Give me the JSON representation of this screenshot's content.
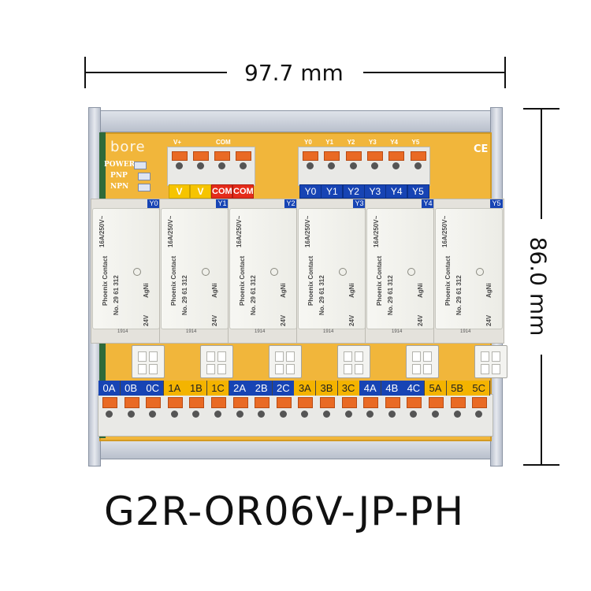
{
  "dimensions": {
    "width": "97.7 mm",
    "height": "86.0 mm"
  },
  "model": "G2R-OR06V-JP-PH",
  "board": {
    "logo": "bore",
    "ce_mark": "CE",
    "status_labels": [
      "POWER",
      "PNP",
      "NPN"
    ]
  },
  "power_terminals": {
    "top_marks": [
      "V+",
      "",
      "COM",
      ""
    ],
    "labels": [
      "V",
      "V",
      "COM",
      "COM"
    ]
  },
  "signal_terminals": {
    "top_marks": [
      "Y0",
      "Y1",
      "Y2",
      "Y3",
      "Y4",
      "Y5"
    ],
    "labels": [
      "Y0",
      "Y1",
      "Y2",
      "Y3",
      "Y4",
      "Y5"
    ]
  },
  "relays": [
    {
      "socket": "Y0",
      "brand": "Phoenix Contact",
      "part": "No. 29 61 312",
      "rating": "16A/250V~",
      "coil": "24V",
      "material": "AgNi",
      "date": "1914"
    },
    {
      "socket": "Y1",
      "brand": "Phoenix Contact",
      "part": "No. 29 61 312",
      "rating": "16A/250V~",
      "coil": "24V",
      "material": "AgNi",
      "date": "1914"
    },
    {
      "socket": "Y2",
      "brand": "Phoenix Contact",
      "part": "No. 29 61 312",
      "rating": "16A/250V~",
      "coil": "24V",
      "material": "AgNi",
      "date": "1914"
    },
    {
      "socket": "Y3",
      "brand": "Phoenix Contact",
      "part": "No. 29 61 312",
      "rating": "16A/250V~",
      "coil": "24V",
      "material": "AgNi",
      "date": "1914"
    },
    {
      "socket": "Y4",
      "brand": "Phoenix Contact",
      "part": "No. 29 61 312",
      "rating": "16A/250V~",
      "coil": "24V",
      "material": "AgNi",
      "date": "1914"
    },
    {
      "socket": "Y5",
      "brand": "Phoenix Contact",
      "part": "No. 29 61 312",
      "rating": "16A/250V~",
      "coil": "24V",
      "material": "AgNi",
      "date": "1914"
    }
  ],
  "output_terminals": {
    "labels": [
      "0A",
      "0B",
      "0C",
      "1A",
      "1B",
      "1C",
      "2A",
      "2B",
      "2C",
      "3A",
      "3B",
      "3C",
      "4A",
      "4B",
      "4C",
      "5A",
      "5B",
      "5C"
    ],
    "colors": [
      "#1744b4",
      "#1744b4",
      "#1744b4",
      "#f4b400",
      "#f4b400",
      "#f4b400",
      "#1744b4",
      "#1744b4",
      "#1744b4",
      "#f4b400",
      "#f4b400",
      "#f4b400",
      "#1744b4",
      "#1744b4",
      "#1744b4",
      "#f4b400",
      "#f4b400",
      "#f4b400"
    ]
  }
}
